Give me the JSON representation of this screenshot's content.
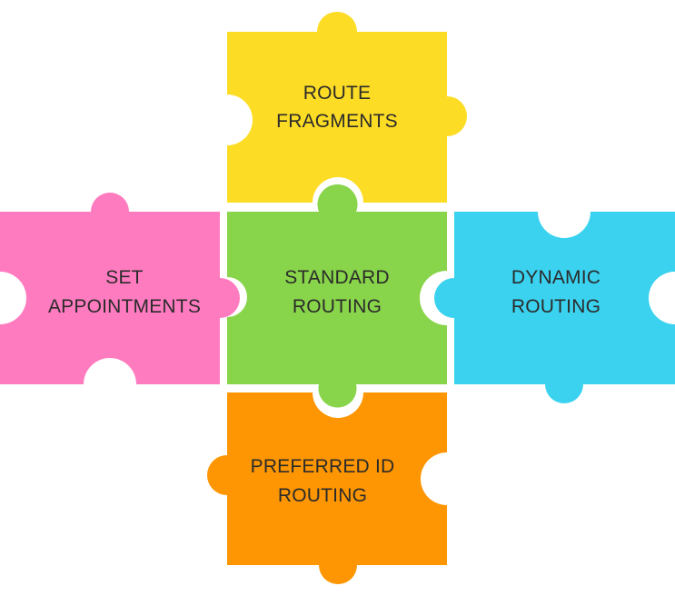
{
  "pieces": {
    "top": {
      "line1": "ROUTE",
      "line2": "FRAGMENTS",
      "color": "#FDDC25"
    },
    "left": {
      "line1": "SET",
      "line2": "APPOINTMENTS",
      "color": "#FF7BC0"
    },
    "center": {
      "line1": "STANDARD",
      "line2": "ROUTING",
      "color": "#88D44A"
    },
    "right": {
      "line1": "DYNAMIC",
      "line2": "ROUTING",
      "color": "#3AD2EF"
    },
    "bottom": {
      "line1": "PREFERRED ID",
      "line2": "ROUTING",
      "color": "#FD9602"
    }
  }
}
